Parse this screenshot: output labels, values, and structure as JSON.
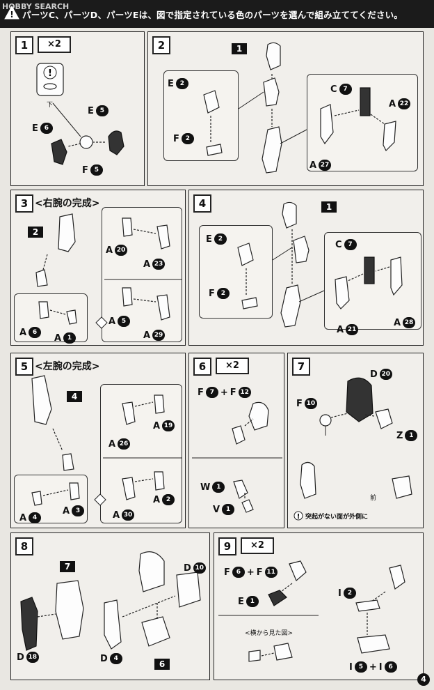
{
  "header": {
    "text": "パーツC、パーツD、パーツEは、図で指定されている色のパーツを選んで組み立ててください。",
    "watermark": "HOBBY SEARCH"
  },
  "steps": {
    "s1": {
      "number": "1",
      "qty": "×2",
      "labels": [
        "E",
        "E",
        "F"
      ],
      "nums": [
        "5",
        "6",
        "5"
      ],
      "note": "下"
    },
    "s2": {
      "number": "2",
      "tags": [
        "1"
      ],
      "labels": [
        "E",
        "F",
        "C",
        "A",
        "A"
      ],
      "nums": [
        "2",
        "2",
        "7",
        "22",
        "27"
      ]
    },
    "s3": {
      "number": "3",
      "title": "<右腕の完成>",
      "tags": [
        "2"
      ],
      "labels": [
        "A",
        "A",
        "A",
        "A",
        "A",
        "A"
      ],
      "nums": [
        "20",
        "23",
        "5",
        "29",
        "6",
        "1"
      ]
    },
    "s4": {
      "number": "4",
      "tags": [
        "1"
      ],
      "labels": [
        "E",
        "F",
        "C",
        "A",
        "A"
      ],
      "nums": [
        "2",
        "2",
        "7",
        "21",
        "28"
      ]
    },
    "s5": {
      "number": "5",
      "title": "<左腕の完成>",
      "tags": [
        "4"
      ],
      "labels": [
        "A",
        "A",
        "A",
        "A",
        "A",
        "A"
      ],
      "nums": [
        "19",
        "26",
        "4",
        "3",
        "2",
        "30"
      ]
    },
    "s6": {
      "number": "6",
      "qty": "×2",
      "combo": [
        "F",
        "7",
        "+",
        "F",
        "12"
      ],
      "labels": [
        "W",
        "V"
      ],
      "nums": [
        "1",
        "1"
      ]
    },
    "s7": {
      "number": "7",
      "labels": [
        "D",
        "F",
        "Z"
      ],
      "nums": [
        "20",
        "10",
        "1"
      ],
      "note": "突起がない面が外側に",
      "front": "前"
    },
    "s8": {
      "number": "8",
      "tags": [
        "7",
        "6"
      ],
      "labels": [
        "D",
        "D",
        "D"
      ],
      "nums": [
        "10",
        "18",
        "4"
      ]
    },
    "s9": {
      "number": "9",
      "qty": "×2",
      "combo1": [
        "F",
        "6",
        "+",
        "F",
        "11"
      ],
      "combo2": [
        "I",
        "5",
        "+",
        "I",
        "6"
      ],
      "labels": [
        "E",
        "I"
      ],
      "nums": [
        "1",
        "2"
      ],
      "note": "<横から見た図>"
    }
  },
  "page": {
    "number": "4"
  },
  "colors": {
    "banner": "#1b1b1b",
    "ink": "#111111",
    "paper": "#f1efeb"
  },
  "icons": [
    "warning-icon",
    "caution-icon"
  ]
}
